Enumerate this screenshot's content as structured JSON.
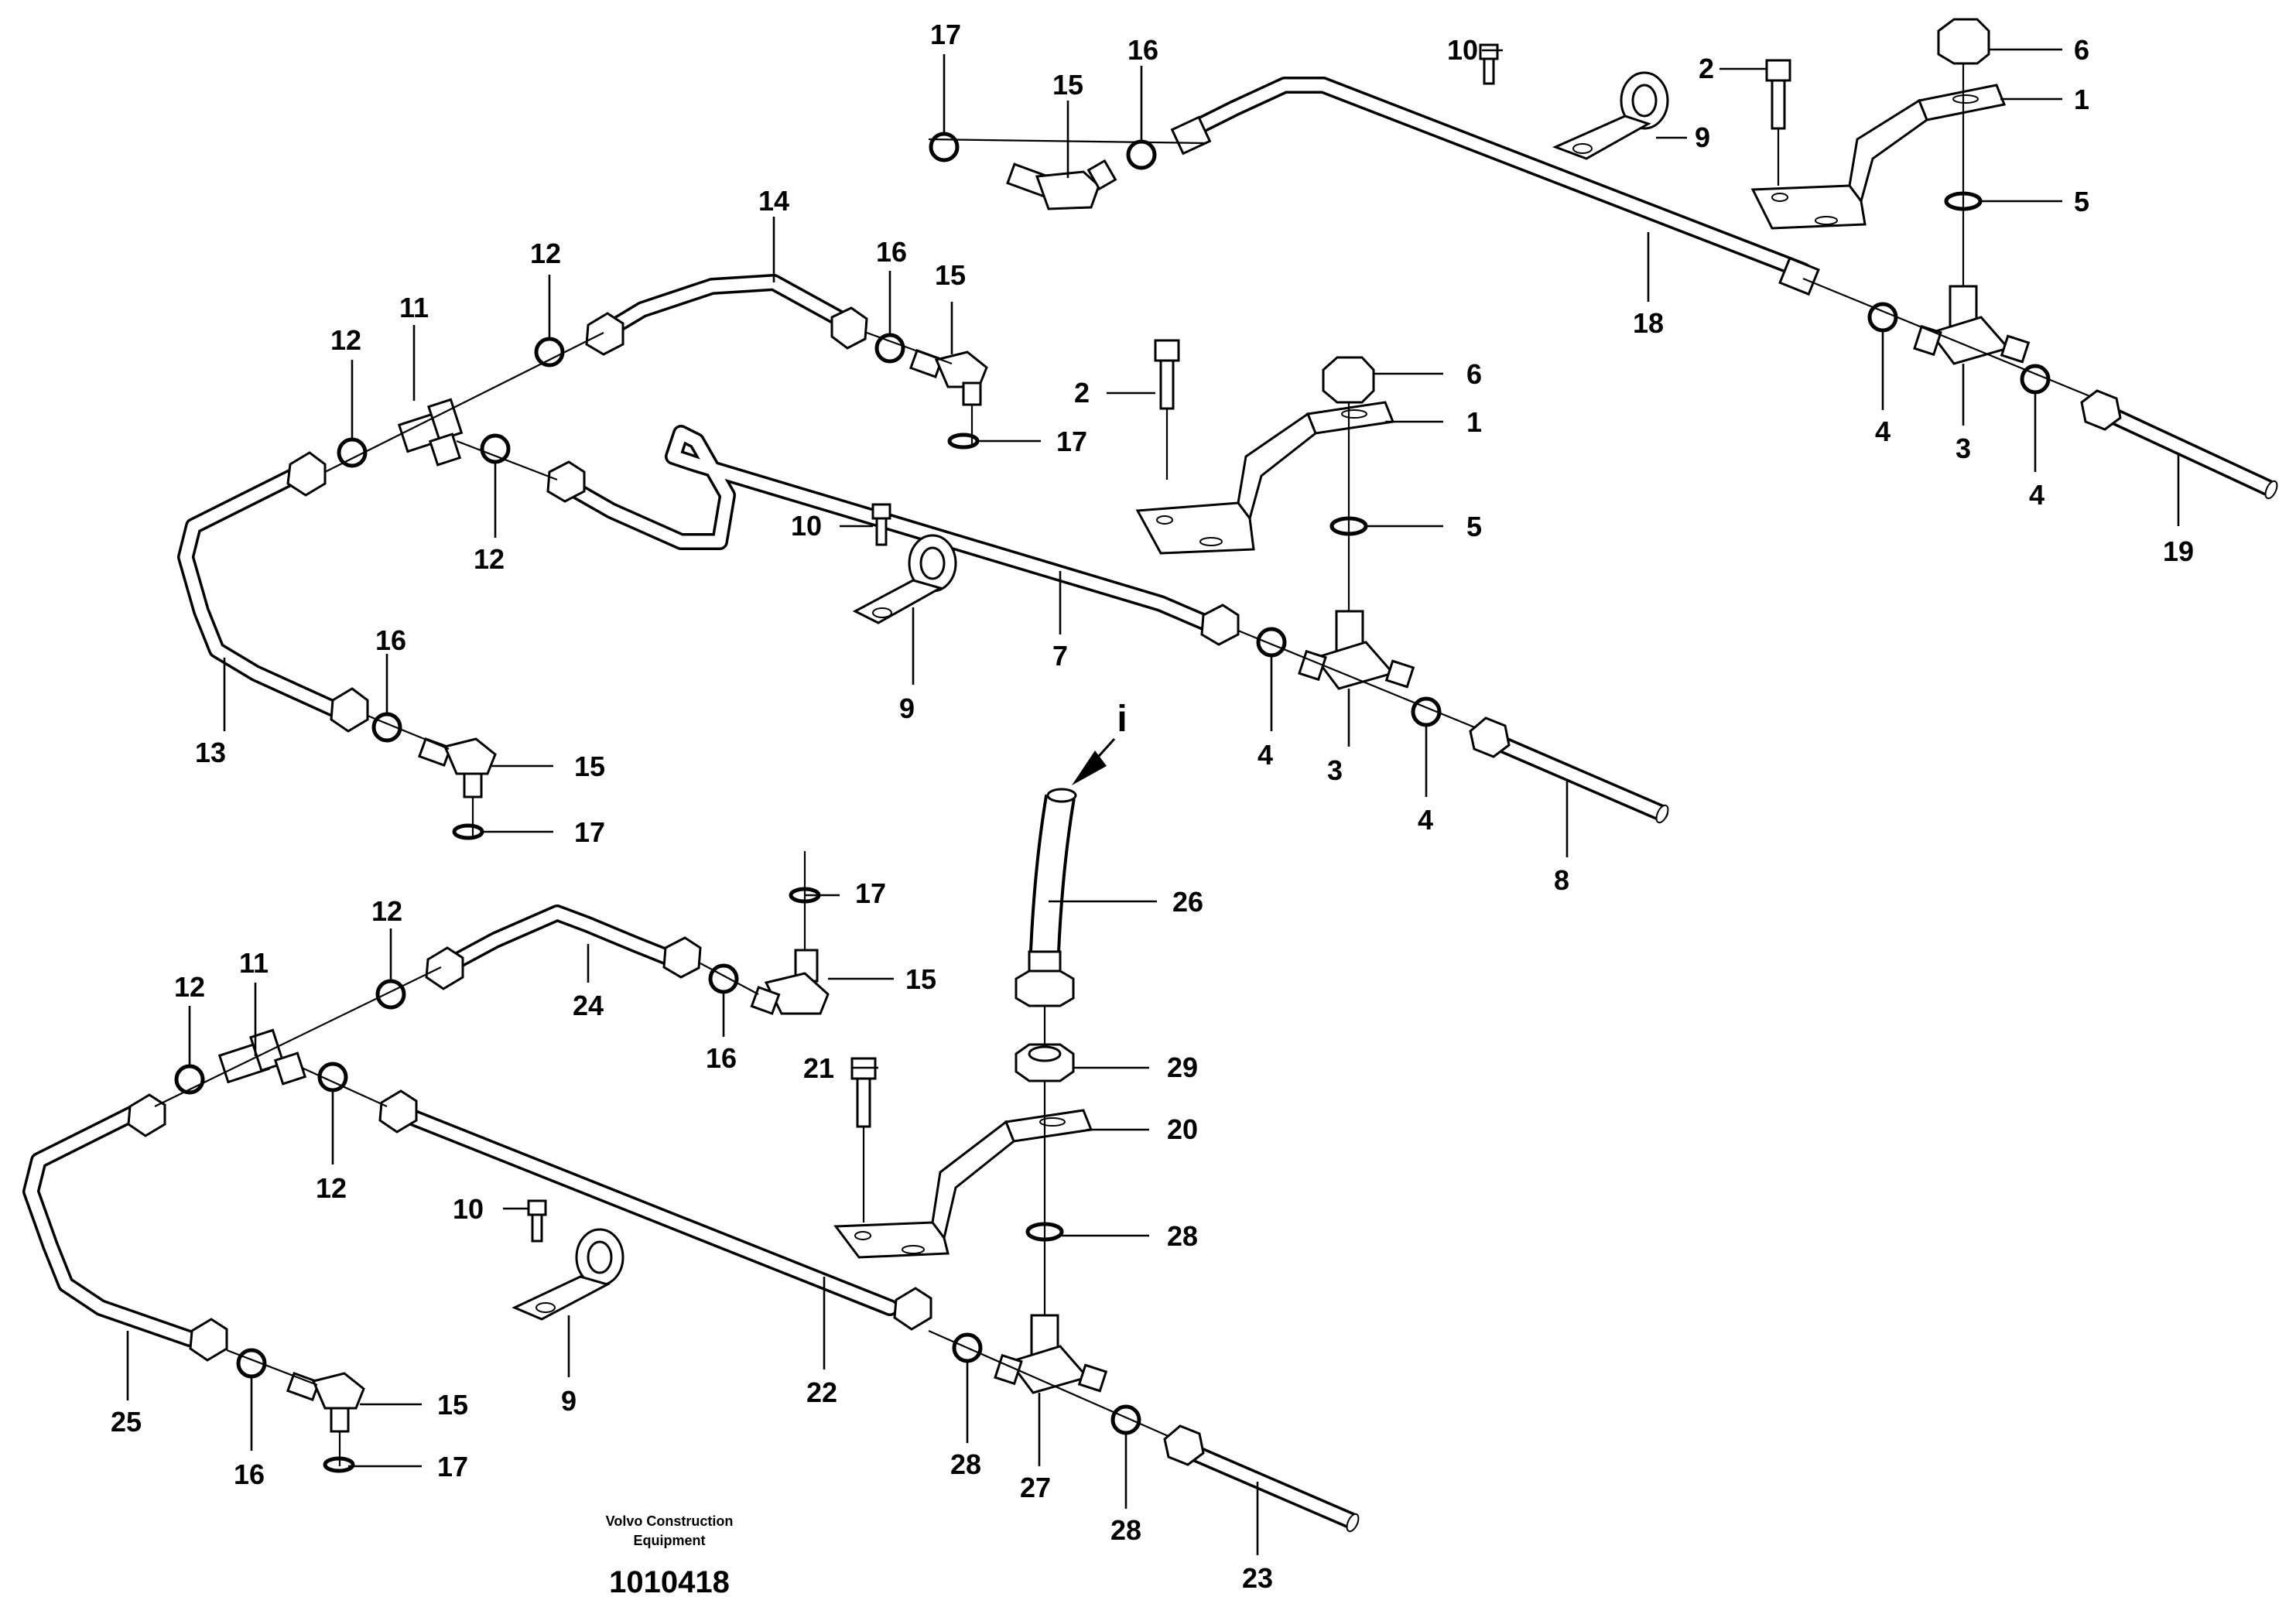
{
  "diagram": {
    "callouts": [
      {
        "id": "c17a",
        "label": "17"
      },
      {
        "id": "c15a",
        "label": "15"
      },
      {
        "id": "c16a",
        "label": "16"
      },
      {
        "id": "c10a",
        "label": "10"
      },
      {
        "id": "c2a",
        "label": "2"
      },
      {
        "id": "c9a",
        "label": "9"
      },
      {
        "id": "c6a",
        "label": "6"
      },
      {
        "id": "c1a",
        "label": "1"
      },
      {
        "id": "c5a",
        "label": "5"
      },
      {
        "id": "c18",
        "label": "18"
      },
      {
        "id": "c4a",
        "label": "4"
      },
      {
        "id": "c3a",
        "label": "3"
      },
      {
        "id": "c4b",
        "label": "4"
      },
      {
        "id": "c19",
        "label": "19"
      },
      {
        "id": "c14",
        "label": "14"
      },
      {
        "id": "c12a",
        "label": "12"
      },
      {
        "id": "c16b",
        "label": "16"
      },
      {
        "id": "c15b",
        "label": "15"
      },
      {
        "id": "c11a",
        "label": "11"
      },
      {
        "id": "c12b",
        "label": "12"
      },
      {
        "id": "c12c",
        "label": "12"
      },
      {
        "id": "c17b",
        "label": "17"
      },
      {
        "id": "c2b",
        "label": "2"
      },
      {
        "id": "c6b",
        "label": "6"
      },
      {
        "id": "c1b",
        "label": "1"
      },
      {
        "id": "c5b",
        "label": "5"
      },
      {
        "id": "c10b",
        "label": "10"
      },
      {
        "id": "c7",
        "label": "7"
      },
      {
        "id": "c9b",
        "label": "9"
      },
      {
        "id": "c16c",
        "label": "16"
      },
      {
        "id": "c13",
        "label": "13"
      },
      {
        "id": "c15c",
        "label": "15"
      },
      {
        "id": "c17c",
        "label": "17"
      },
      {
        "id": "c4c",
        "label": "4"
      },
      {
        "id": "c3b",
        "label": "3"
      },
      {
        "id": "c4d",
        "label": "4"
      },
      {
        "id": "c8",
        "label": "8"
      },
      {
        "id": "c26",
        "label": "26"
      },
      {
        "id": "c17d",
        "label": "17"
      },
      {
        "id": "c15d",
        "label": "15"
      },
      {
        "id": "c12d",
        "label": "12"
      },
      {
        "id": "c11b",
        "label": "11"
      },
      {
        "id": "c12e",
        "label": "12"
      },
      {
        "id": "c24",
        "label": "24"
      },
      {
        "id": "c16d",
        "label": "16"
      },
      {
        "id": "c29",
        "label": "29"
      },
      {
        "id": "c21",
        "label": "21"
      },
      {
        "id": "c20",
        "label": "20"
      },
      {
        "id": "c12f",
        "label": "12"
      },
      {
        "id": "c10c",
        "label": "10"
      },
      {
        "id": "c28a",
        "label": "28"
      },
      {
        "id": "c9c",
        "label": "9"
      },
      {
        "id": "c22",
        "label": "22"
      },
      {
        "id": "c25",
        "label": "25"
      },
      {
        "id": "c15e",
        "label": "15"
      },
      {
        "id": "c16e",
        "label": "16"
      },
      {
        "id": "c17e",
        "label": "17"
      },
      {
        "id": "c28b",
        "label": "28"
      },
      {
        "id": "c27",
        "label": "27"
      },
      {
        "id": "c28c",
        "label": "28"
      },
      {
        "id": "c23",
        "label": "23"
      }
    ],
    "info_marker": "i"
  },
  "footer": {
    "company_line1": "Volvo Construction",
    "company_line2": "Equipment",
    "drawing_number": "1010418"
  }
}
